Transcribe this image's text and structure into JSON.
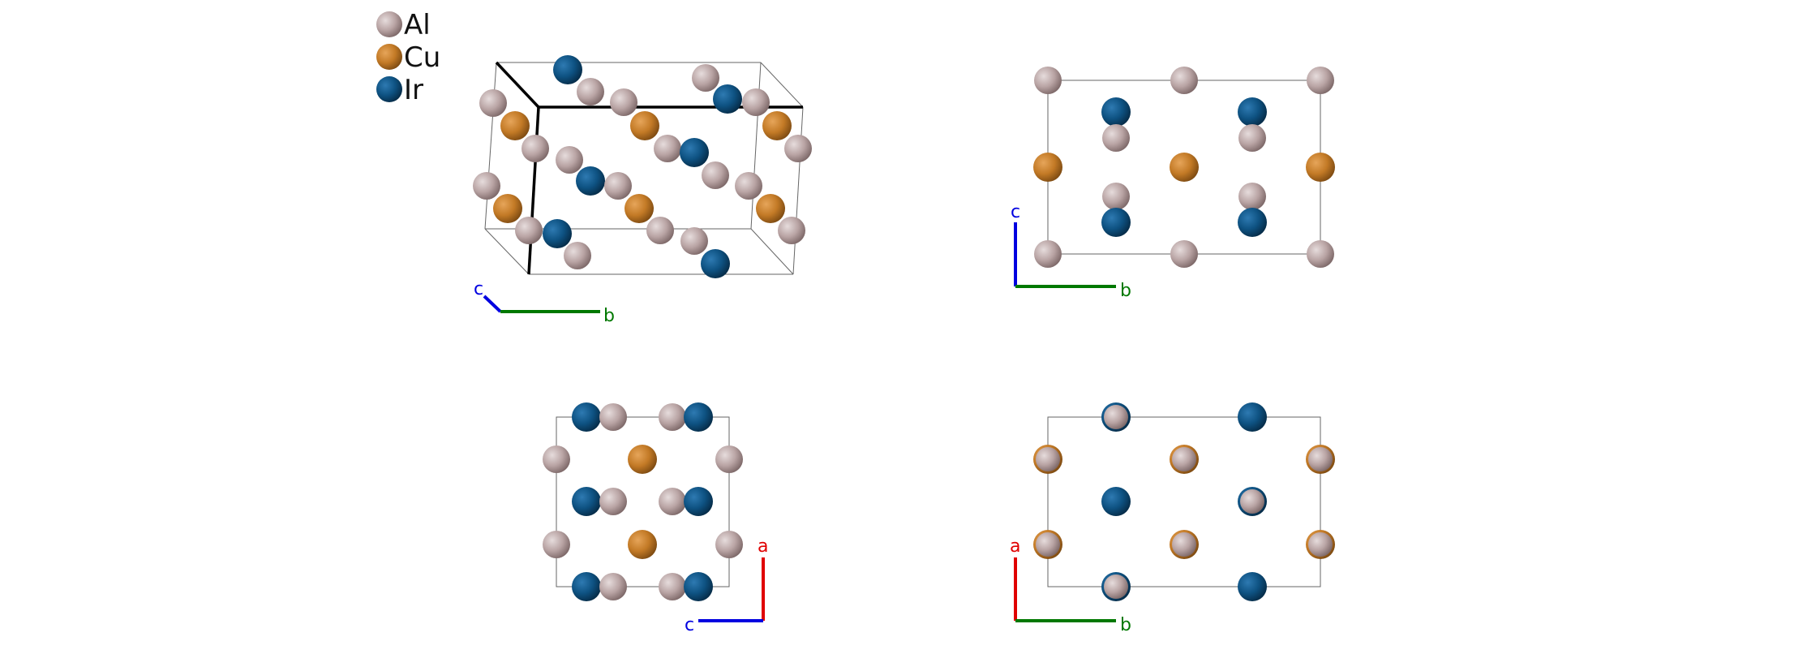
{
  "legend": [
    {
      "symbol": "Al",
      "color": "#b9a4a4"
    },
    {
      "symbol": "Cu",
      "color": "#c37a26"
    },
    {
      "symbol": "Ir",
      "color": "#0e5282"
    }
  ],
  "axes_labels": {
    "a": "a",
    "b": "b",
    "c": "c"
  },
  "axis_colors": {
    "a": "#e00000",
    "b": "#007800",
    "c": "#0000e0"
  },
  "views": [
    {
      "name": "perspective-view",
      "axes": [
        "c",
        "b"
      ]
    },
    {
      "name": "view-along-a",
      "axes": [
        "c",
        "b"
      ]
    },
    {
      "name": "view-along-b",
      "axes": [
        "a",
        "c"
      ]
    },
    {
      "name": "view-along-c",
      "axes": [
        "a",
        "b"
      ]
    }
  ]
}
